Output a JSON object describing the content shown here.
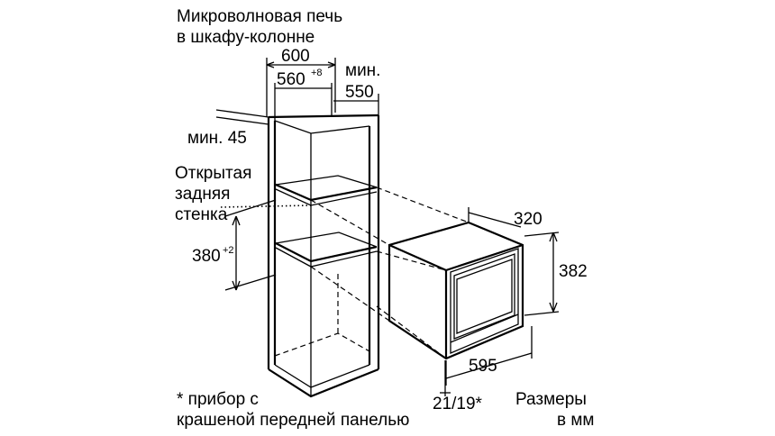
{
  "title": {
    "line1": "Микроволновая печь",
    "line2": "в шкафу-колонне"
  },
  "dimensions": {
    "cabinet_width": "600",
    "niche_width": "560",
    "niche_width_tol": "+8",
    "depth_label": "мин.",
    "depth_value": "550",
    "top_gap": "мин. 45",
    "shelf_height": "380",
    "shelf_height_tol": "+2",
    "device_depth": "320",
    "device_height": "382",
    "device_width": "595",
    "front_thickness": "21/19*"
  },
  "labels": {
    "open_back_1": "Открытая",
    "open_back_2": "задняя",
    "open_back_3": "стенка",
    "footnote_1": "* прибор с",
    "footnote_2": "крашеной передней панелью",
    "units_1": "Размеры",
    "units_2": "в мм"
  }
}
